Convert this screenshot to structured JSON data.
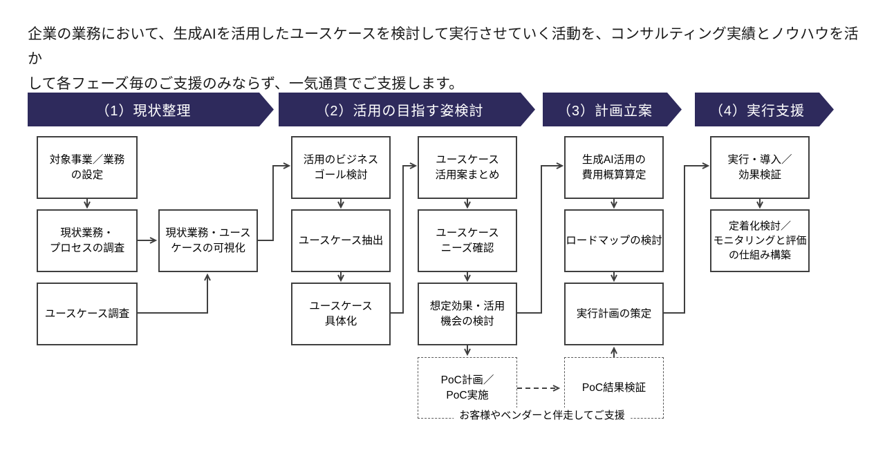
{
  "intro": "企業の業務において、生成AIを活用したユースケースを検討して実行させていく活動を、コンサルティング実績とノウハウを活か\nして各フェーズ毎のご支援のみならず、一気通貫でご支援します。",
  "phases": [
    {
      "label": "（1）現状整理"
    },
    {
      "label": "（2）活用の目指す姿検討"
    },
    {
      "label": "（3）計画立案"
    },
    {
      "label": "（4）実行支援"
    }
  ],
  "boxes": {
    "p1_target_business": "対象事業／業務\nの設定",
    "p1_current_process_survey": "現状業務・\nプロセスの調査",
    "p1_usecase_survey": "ユースケース調査",
    "p1_visualization": "現状業務・ユース\nケースの可視化",
    "p2_business_goal": "活用のビジネス\nゴール検討",
    "p2_usecase_extraction": "ユースケース抽出",
    "p2_usecase_concretize": "ユースケース\n具体化",
    "p2_usecase_plan_summary": "ユースケース\n活用案まとめ",
    "p2_needs_confirmation": "ユースケース\nニーズ確認",
    "p2_expected_effect": "想定効果・活用\n機会の検討",
    "p3_cost_estimation": "生成AI活用の\n費用概算算定",
    "p3_roadmap": "ロードマップの検討",
    "p3_execution_plan": "実行計画の策定",
    "p4_execute_verify": "実行・導入／\n効果検証",
    "p4_retention_monitoring": "定着化検討／\nモニタリングと評価\nの仕組み構築",
    "poc_plan_execute": "PoC計画／\nPoC実施",
    "poc_result_verify": "PoC結果検証"
  },
  "poc_caption": "お客様やベンダーと伴走してご支援",
  "colors": {
    "banner_bg": "#2e2a5c",
    "banner_text": "#ffffff",
    "box_border": "#3f3f3f",
    "dashed_border": "#595959",
    "line": "#3f3f3f"
  }
}
